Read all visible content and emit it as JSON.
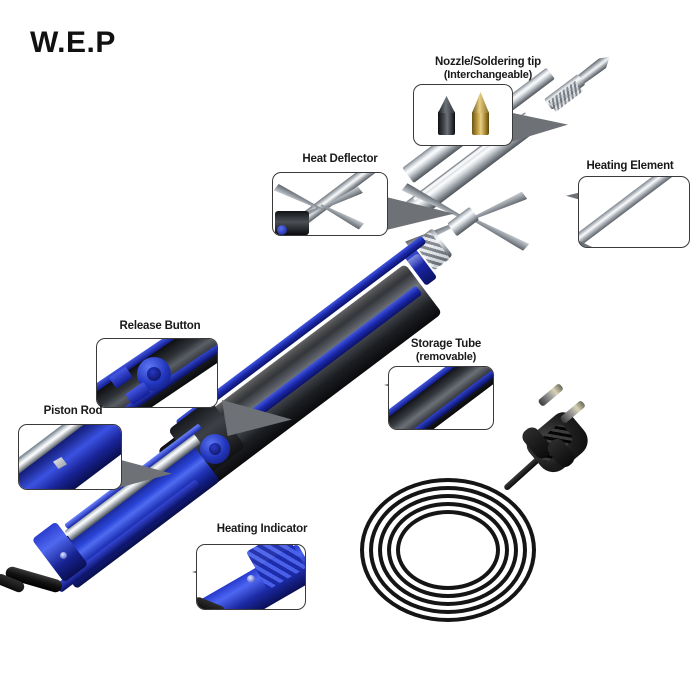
{
  "brand": {
    "name": "W.E.P"
  },
  "image": {
    "subject": "electric desoldering pump / soldering iron",
    "background_color": "#ffffff",
    "accent_blue": "#2337bc",
    "body_black": "#1c1e22",
    "metal_silver": "#c9ced3",
    "brass": "#b79338",
    "label_color": "#1a1a1a",
    "wedge_color": "#6e7276",
    "box_border_color": "#3a3a3a"
  },
  "callouts": [
    {
      "id": "nozzle",
      "label": "Nozzle/Soldering tip",
      "sublabel": "(Interchangeable)",
      "detail_name": "two-interchangeable-tips",
      "tips": [
        {
          "name": "black-steel-tip",
          "color": "#2a2d32"
        },
        {
          "name": "brass-tip",
          "color": "#b79338"
        }
      ]
    },
    {
      "id": "heating-element",
      "label": "Heating Element",
      "sublabel": "",
      "detail_name": "diagonal-metal-heating-shaft"
    },
    {
      "id": "heat-deflector",
      "label": "Heat Deflector",
      "sublabel": "",
      "detail_name": "metal-deflector-fins"
    },
    {
      "id": "release-button",
      "label": "Release Button",
      "sublabel": "",
      "detail_name": "blue-round-release-button"
    },
    {
      "id": "storage-tube",
      "label": "Storage Tube",
      "sublabel": "(removable)",
      "detail_name": "black-storage-tube-section"
    },
    {
      "id": "piston-rod",
      "label": "Piston Rod",
      "sublabel": "",
      "detail_name": "silver-piston-rod-in-blue-housing"
    },
    {
      "id": "heating-indicator",
      "label": "Heating Indicator",
      "sublabel": "",
      "detail_name": "blue-handle-end-with-indicator-lamp"
    }
  ],
  "parts": {
    "power_cord": "coiled-black-power-cord",
    "plug": "european-two-pin-plug"
  }
}
